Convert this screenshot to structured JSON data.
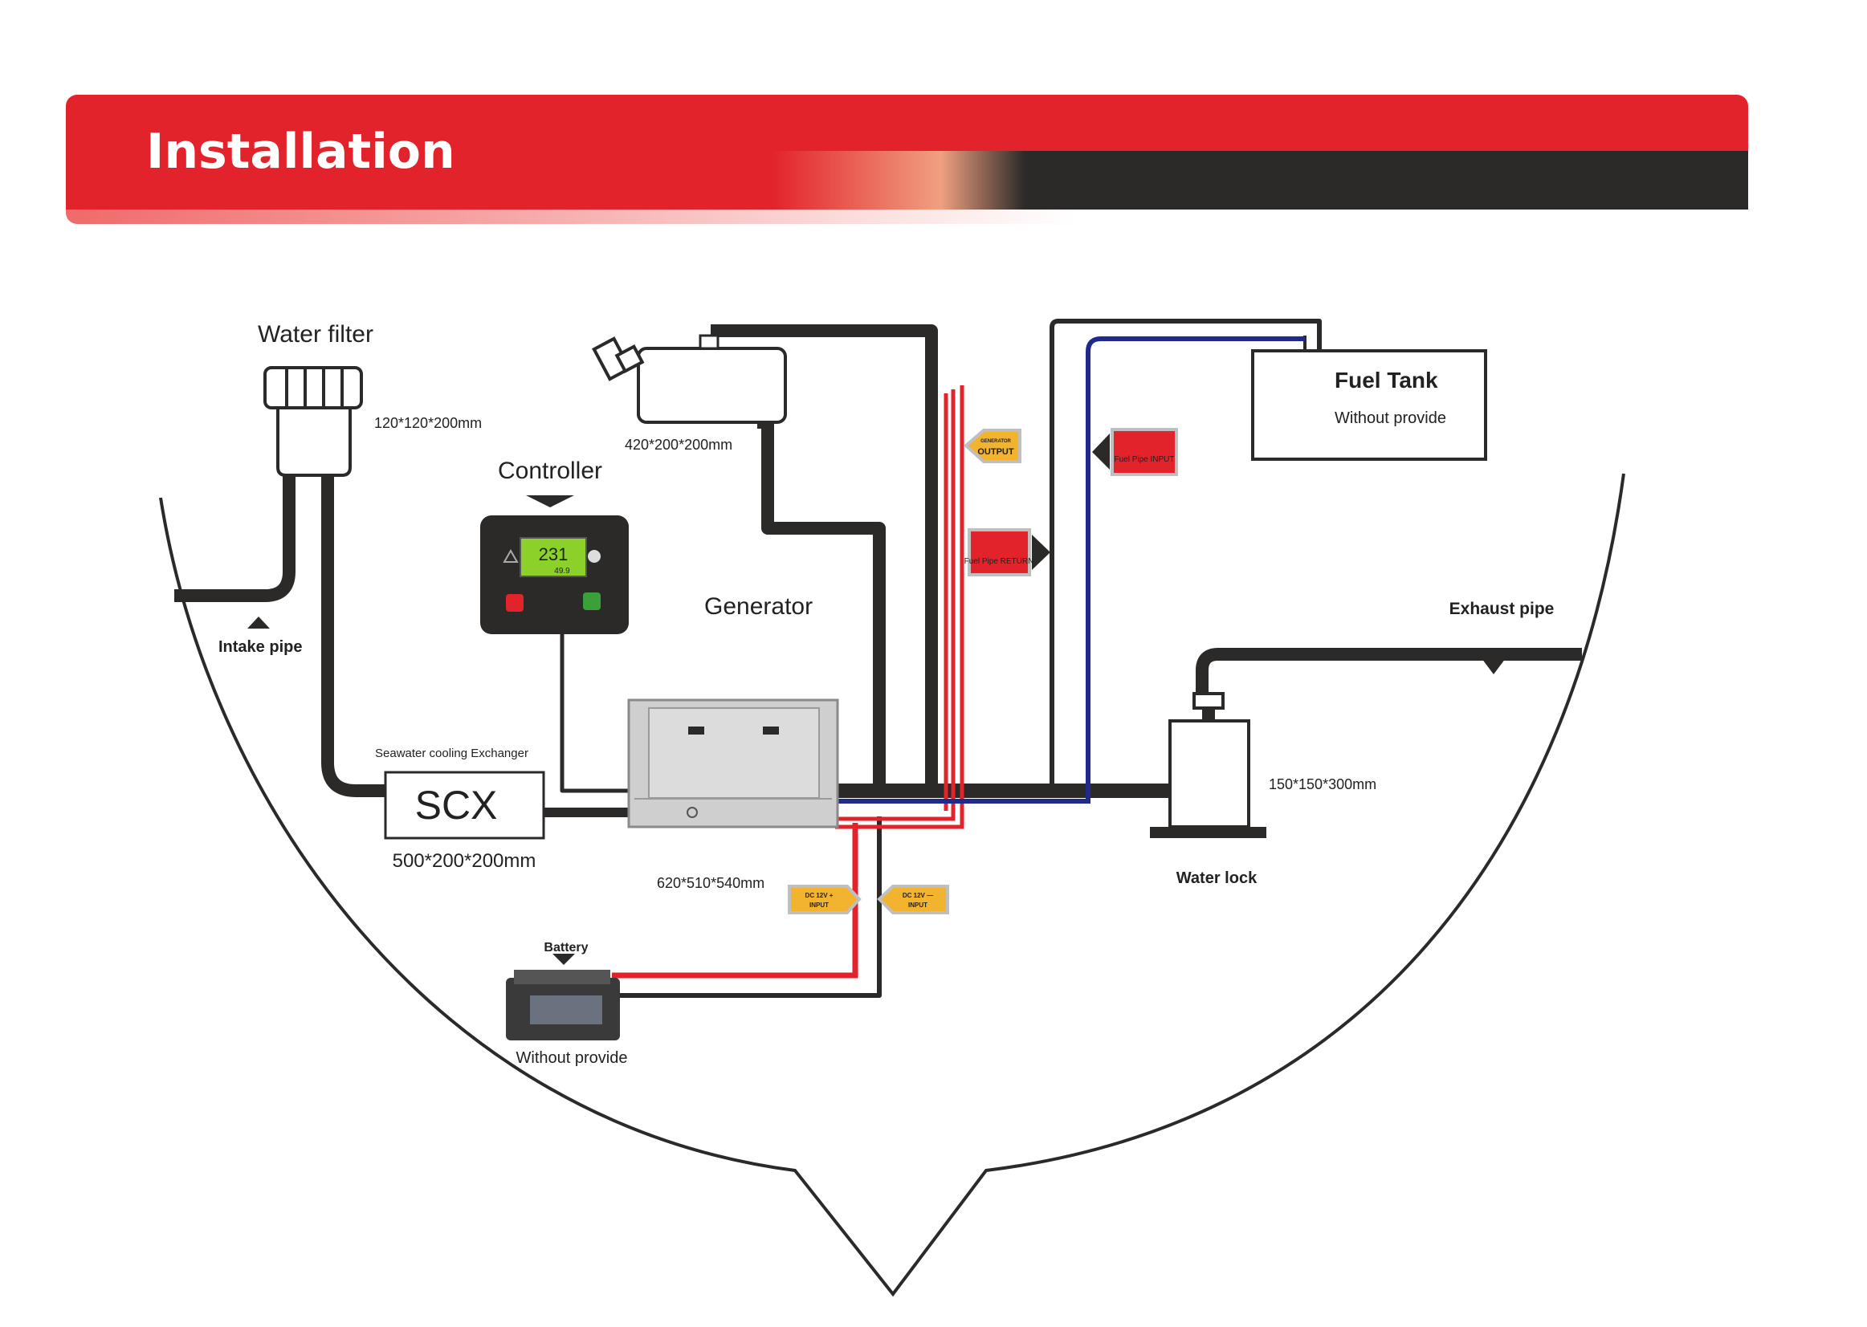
{
  "header": {
    "title": "Installation"
  },
  "labels": {
    "water_filter": "Water filter",
    "water_filter_dim": "120*120*200mm",
    "intake_pipe": "Intake pipe",
    "controller": "Controller",
    "tank_dim": "420*200*200mm",
    "generator": "Generator",
    "generator_dim": "620*510*540mm",
    "scx": "SCX",
    "scx_dim": "500*200*200mm",
    "seawater_exchanger": "Seawater cooling Exchanger",
    "fuel_tank": "Fuel Tank",
    "fuel_tank_note": "Without provide",
    "exhaust_pipe": "Exhaust pipe",
    "water_lock": "Water lock",
    "water_lock_dim": "150*150*300mm",
    "battery": "Battery",
    "battery_note": "Without provide"
  },
  "tags": {
    "output": "OUTPUT",
    "output_small": "GENERATOR",
    "fuel_input": "Fuel Pipe INPUT",
    "fuel_return": "Fuel Pipe RETURN",
    "dc_plus": "DC 12V +",
    "dc_plus_sub": "INPUT",
    "dc_minus": "DC 12V —",
    "dc_minus_sub": "INPUT"
  },
  "controller_display": {
    "main": "231",
    "sub": "49.9"
  },
  "colors": {
    "red": "#e3232c",
    "dark": "#2c2a29",
    "blue": "#1f2a8c",
    "tag_orange": "#f2b32f",
    "tag_red": "#e3232c",
    "lcd": "#8cd12a"
  }
}
